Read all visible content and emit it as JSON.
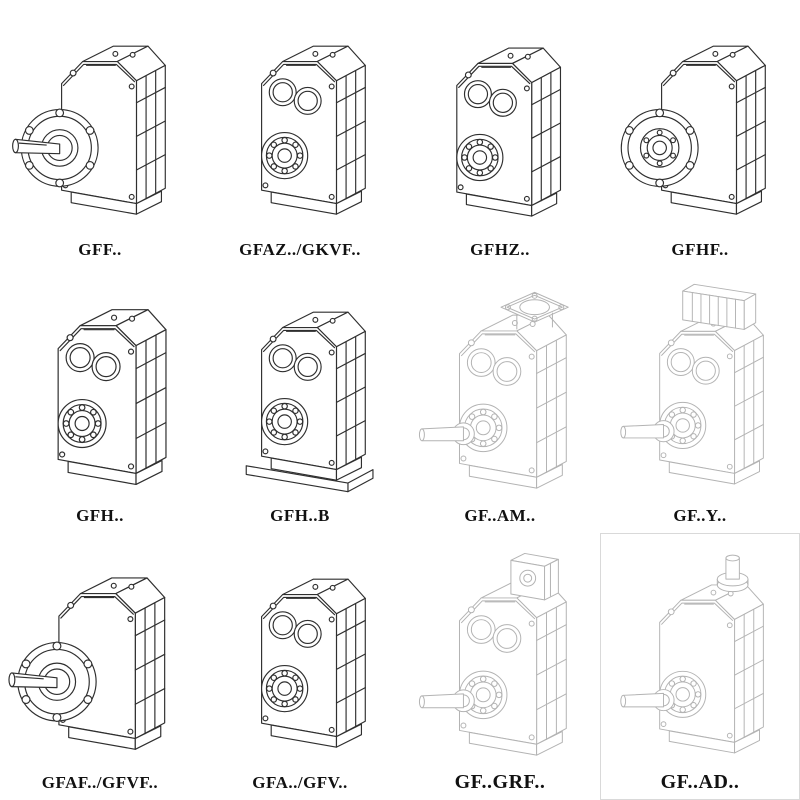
{
  "page": {
    "background": "#ffffff",
    "line_color": "#2f2f2f",
    "faint_line_color": "#b3b3b3"
  },
  "catalog": {
    "items": [
      {
        "label": "GFF..",
        "drawing": "gearbox-output-flange-solid-shaft",
        "style": "solid"
      },
      {
        "label": "GFAZ../GKVF..",
        "drawing": "gearbox-hollow-shaft",
        "style": "solid"
      },
      {
        "label": "GFHZ..",
        "drawing": "gearbox-hollow-shaft-shrink-disc",
        "style": "solid"
      },
      {
        "label": "GFHF..",
        "drawing": "gearbox-flange-hollow-shaft",
        "style": "solid"
      },
      {
        "label": "GFH..",
        "drawing": "gearbox-hollow-shaft",
        "style": "solid"
      },
      {
        "label": "GFH..B",
        "drawing": "gearbox-hollow-shaft-foot-mounted",
        "style": "solid"
      },
      {
        "label": "GF..AM..",
        "drawing": "gearbox-motor-adapter-flange",
        "style": "faint"
      },
      {
        "label": "GF..Y..",
        "drawing": "gearbox-with-mounted-motor",
        "style": "faint"
      },
      {
        "label": "GFAF../GFVF..",
        "drawing": "gearbox-output-flange-solid-shaft",
        "style": "solid"
      },
      {
        "label": "GFA../GFV..",
        "drawing": "gearbox-hollow-shaft",
        "style": "solid"
      },
      {
        "label": "GF..GRF..",
        "drawing": "gearbox-input-adapter-box",
        "style": "faint"
      },
      {
        "label": "GF..AD..",
        "drawing": "gearbox-input-shaft-adapter",
        "style": "faint"
      }
    ]
  }
}
